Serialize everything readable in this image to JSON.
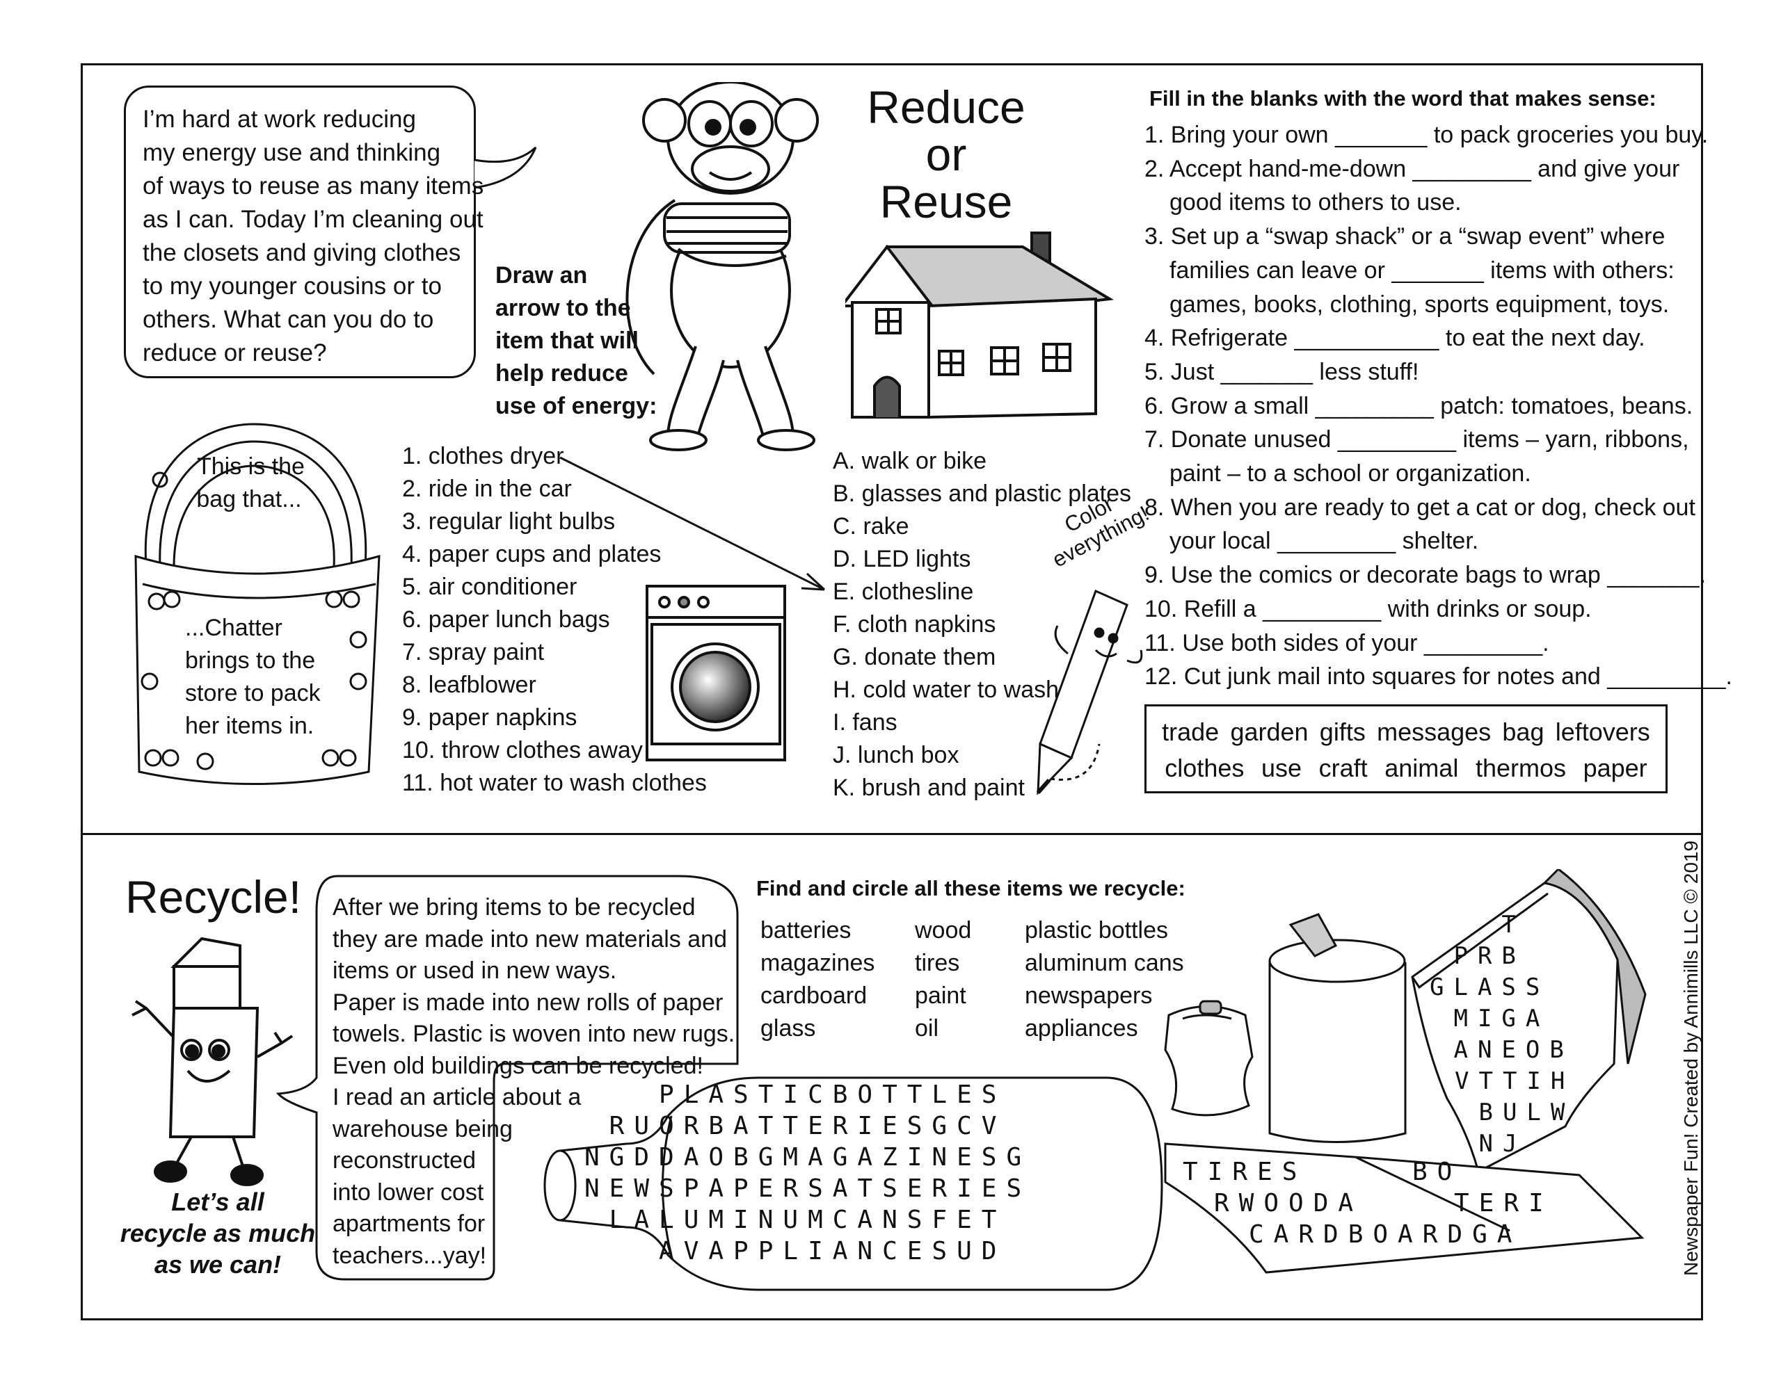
{
  "speech_top": {
    "lines": [
      "      I’m hard at work reducing",
      "my energy use and thinking",
      "of ways to reuse as many items",
      "as I can. Today I’m cleaning out",
      "the closets and giving clothes",
      "to my younger cousins or to",
      "others. What can you do to",
      "reduce or reuse?"
    ]
  },
  "reduce_title": [
    "Reduce",
    "or",
    "Reuse"
  ],
  "draw_arrow": {
    "lines": [
      "Draw an",
      "arrow to the",
      "item that will",
      "help reduce",
      "use of energy:"
    ]
  },
  "bag": {
    "top_text": [
      "This is the",
      "bag that..."
    ],
    "bottom_text": [
      "...Chatter",
      "brings to the",
      "store to pack",
      "her items in."
    ]
  },
  "energy_items": [
    "1. clothes dryer",
    "2. ride in the car",
    "3. regular light bulbs",
    "4. paper cups and plates",
    "5. air conditioner",
    "6. paper lunch bags",
    "7. spray paint",
    "8. leafblower",
    "9. paper napkins",
    "10. throw clothes away",
    "11. hot water to wash clothes"
  ],
  "energy_answers": [
    "A. walk or bike",
    "B. glasses and plastic plates",
    "C. rake",
    "D. LED lights",
    "E. clothesline",
    "F. cloth napkins",
    "G. donate them",
    "H. cold water to wash",
    "I. fans",
    "J. lunch box",
    "K. brush and paint"
  ],
  "color_everything": [
    "Color",
    "everything!"
  ],
  "fill_blanks": {
    "heading": "Fill in the blanks with the word that makes sense:",
    "lines": [
      "1. Bring your own _______ to pack groceries you buy.",
      "2. Accept hand-me-down _________ and give your",
      "    good items to others to use.",
      "3. Set up a “swap shack” or a “swap event” where",
      "    families can leave or _______ items with others:",
      "    games, books, clothing, sports equipment, toys.",
      "4. Refrigerate ___________ to eat the next day.",
      "5. Just _______ less stuff!",
      "6. Grow a small _________ patch: tomatoes, beans.",
      "7. Donate unused _________ items – yarn, ribbons,",
      "    paint – to a school or organization.",
      "8. When you are ready to get a cat or dog, check out",
      "    your local _________ shelter.",
      "9. Use the comics or decorate bags to wrap _______.",
      "10. Refill a _________ with drinks or soup.",
      "11. Use both sides of your _________.",
      "12. Cut junk mail into squares for notes and _________."
    ],
    "word_bank_row1": [
      "trade",
      "garden",
      "gifts",
      "messages",
      "bag",
      "leftovers"
    ],
    "word_bank_row2": [
      "clothes",
      "use",
      "craft",
      "animal",
      "thermos",
      "paper"
    ]
  },
  "recycle": {
    "title": "Recycle!",
    "slogan": [
      "Let’s all",
      "recycle as much",
      "as we can!"
    ],
    "speech_lines": [
      "      After we bring items to be recycled",
      "they are made into new materials and",
      "items or used in new ways.",
      "      Paper is made into new rolls of paper",
      "towels.  Plastic is woven into new rugs.",
      "Even old buildings can be recycled!",
      "I read an article about a",
      "warehouse being",
      "reconstructed",
      "into lower cost",
      "apartments for",
      "teachers...yay!"
    ]
  },
  "find_circle": {
    "heading": "Find and circle all these items we recycle:",
    "col1": [
      "batteries",
      "magazines",
      "cardboard",
      "glass"
    ],
    "col2": [
      "wood",
      "tires",
      "paint",
      "oil"
    ],
    "col3": [
      "plastic bottles",
      "aluminum cans",
      "newspapers",
      "appliances"
    ]
  },
  "wordsearch_bottle": [
    "   PLASTICBOTTLES ",
    " RUORBATTERIESGCV ",
    "NGDDAOBGMAGAZINESG",
    "NEWSPAPERSATSERIES",
    " LALUMINUMCANSFET ",
    "   AVAPPLIANCESUD "
  ],
  "wordsearch_flat": [
    "TIRES",
    "BO",
    "RWOODA",
    "TERI",
    "CARDBOARDGA"
  ],
  "wordsearch_bag": [
    "   T",
    " PRB",
    "GLASS",
    " MIGA",
    " ANEOB",
    "VTTIH",
    " BULW",
    " NJ"
  ],
  "credit": "Newspaper Fun! Created by Annimills LLC © 2019"
}
